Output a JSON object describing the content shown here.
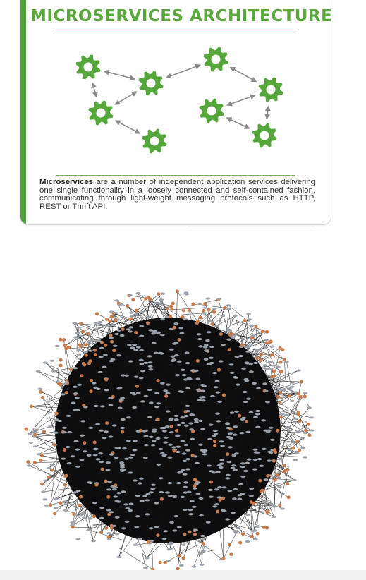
{
  "card": {
    "title": "MICROSERVICES ARCHITECTURE",
    "description_bold": "Microservices",
    "description_rest": " are a number of independent application services delivering one single functionality in a loosely connected and self-contained fashion, communicating through light-weight messaging protocols such as HTTP, REST or Thrift API."
  },
  "colors": {
    "accent": "#4ea33a",
    "gear": "#55a63b",
    "arrow": "#8a8a8a",
    "node_gray": "#9aa3ad",
    "node_orange": "#c97a4a",
    "edge": "#111111"
  },
  "diagram": {
    "gears": [
      "gear-a",
      "gear-b",
      "gear-c",
      "gear-d",
      "gear-e",
      "gear-f",
      "gear-g",
      "gear-h"
    ],
    "links": [
      [
        "gear-a",
        "gear-b"
      ],
      [
        "gear-a",
        "gear-c"
      ],
      [
        "gear-b",
        "gear-c"
      ],
      [
        "gear-c",
        "gear-d"
      ],
      [
        "gear-b",
        "gear-e"
      ],
      [
        "gear-e",
        "gear-f"
      ],
      [
        "gear-f",
        "gear-g"
      ],
      [
        "gear-f",
        "gear-h"
      ],
      [
        "gear-g",
        "gear-h"
      ]
    ]
  },
  "network": {
    "node_colors": [
      "gray",
      "orange"
    ]
  }
}
